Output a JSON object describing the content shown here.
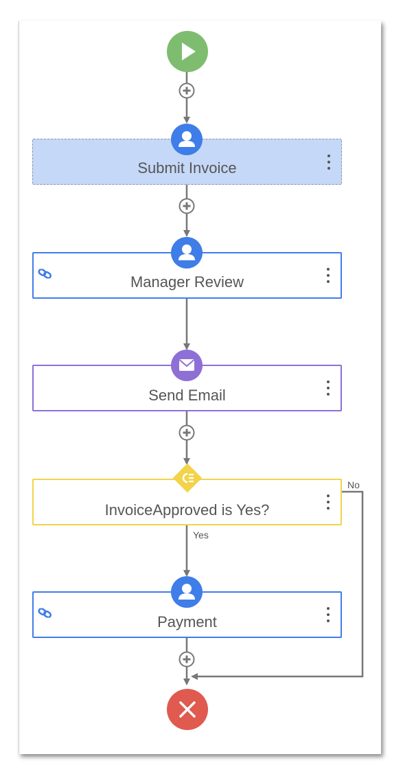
{
  "nodes": {
    "submit_invoice": {
      "label": "Submit Invoice",
      "type": "user-task",
      "state": "selected"
    },
    "manager_review": {
      "label": "Manager Review",
      "type": "user-task"
    },
    "send_email": {
      "label": "Send Email",
      "type": "email-task"
    },
    "condition": {
      "label": "InvoiceApproved is Yes?",
      "type": "condition"
    },
    "payment": {
      "label": "Payment",
      "type": "user-task"
    }
  },
  "branches": {
    "yes": "Yes",
    "no": "No"
  },
  "colors": {
    "start": "#7ebd6f",
    "end": "#e05a4f",
    "user_task": "#3f7de8",
    "email_task": "#8e6fd6",
    "condition": "#f3d34a",
    "selected_fill": "#c6d8f7",
    "connector": "#777777"
  },
  "icons": {
    "start": "play-icon",
    "end": "close-icon",
    "user": "user-icon",
    "email": "envelope-icon",
    "condition": "condition-icon",
    "link": "link-icon",
    "add": "plus-circle-icon",
    "menu": "kebab-menu-icon"
  }
}
